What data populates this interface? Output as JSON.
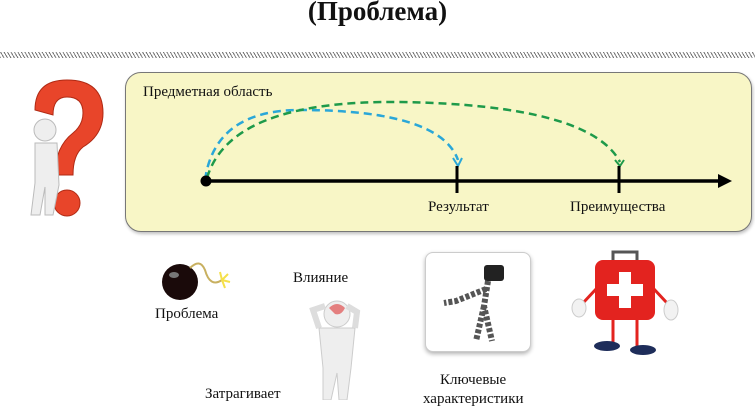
{
  "title": "(Проблема)",
  "diagram": {
    "domain_label": "Предметная область",
    "points": [
      {
        "label": "Результат",
        "arc_color": "#2aa7d8"
      },
      {
        "label": "Преимущества",
        "arc_color": "#1e9a4a"
      }
    ]
  },
  "bottom": {
    "problem_label": "Проблема",
    "impact_label": "Влияние",
    "affects_label": "Затрагивает",
    "key_label": "Ключевые",
    "characteristics_label": "характеристики"
  }
}
